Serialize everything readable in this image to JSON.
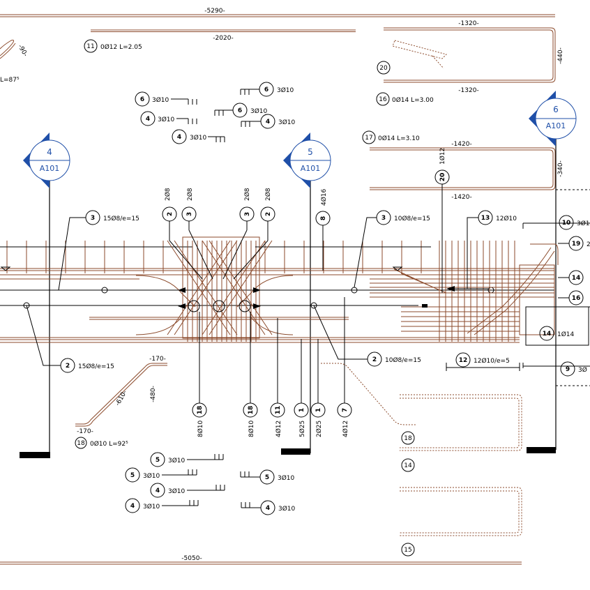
{
  "dimensions": {
    "top_total": "-5290-",
    "top_bar": "-2020-",
    "stirrup_top": "-1320-",
    "stirrup_bottom": "-1320-",
    "stirrup_side": "-440-",
    "long_top": "-1420-",
    "long_bottom": "-1420-",
    "long_side": "-340-",
    "bottom_total": "-5050-",
    "bent_top": "-170-",
    "bent_diag": "-610-",
    "bent_height": "-480-",
    "bent_bottom": "-170-"
  },
  "schedule": {
    "b11": {
      "num": "11",
      "text": "0Ø12 L=2.05"
    },
    "b16": {
      "num": "16",
      "text": "0Ø14 L=3.00"
    },
    "b17": {
      "num": "17",
      "text": "0Ø14 L=3.10"
    },
    "b18": {
      "num": "18",
      "text": "0Ø10 L=92⁵"
    },
    "b20": {
      "num": "20"
    },
    "left_clip": "L=87⁵"
  },
  "section_markers": [
    {
      "num": "4",
      "ref": "A101"
    },
    {
      "num": "5",
      "ref": "A101"
    },
    {
      "num": "6",
      "ref": "A101"
    }
  ],
  "stirrup_callouts": [
    {
      "num": "6",
      "text": "3Ø10"
    },
    {
      "num": "4",
      "text": "3Ø10"
    },
    {
      "num": "4",
      "text": "3Ø10"
    },
    {
      "num": "6",
      "text": "3Ø10"
    },
    {
      "num": "6",
      "text": "3Ø10"
    },
    {
      "num": "4",
      "text": "3Ø10"
    }
  ],
  "bottom_callouts": [
    {
      "num": "5",
      "text": "3Ø10"
    },
    {
      "num": "5",
      "text": "3Ø10"
    },
    {
      "num": "4",
      "text": "3Ø10"
    },
    {
      "num": "4",
      "text": "3Ø10"
    },
    {
      "num": "5",
      "text": "3Ø10"
    },
    {
      "num": "4",
      "text": "3Ø10"
    }
  ],
  "top_vertical": [
    {
      "num": "2",
      "text": "2Ø8"
    },
    {
      "num": "3",
      "text": "2Ø8"
    },
    {
      "num": "3",
      "text": "2Ø8"
    },
    {
      "num": "2",
      "text": "2Ø8"
    },
    {
      "num": "8",
      "text": "4Ø16"
    },
    {
      "num": "20",
      "text": "1Ø12"
    }
  ],
  "main_callouts": {
    "c3_left": {
      "num": "3",
      "text": "15Ø8/e=15"
    },
    "c3_right": {
      "num": "3",
      "text": "10Ø8/e=15"
    },
    "c13": {
      "num": "13",
      "text": "12Ø10"
    },
    "c10": {
      "num": "10",
      "text": "3Ø1"
    },
    "c19": {
      "num": "19",
      "text": "2"
    },
    "c14": {
      "num": "14",
      "text": ""
    },
    "c16": {
      "num": "16",
      "text": ""
    },
    "c14b": {
      "num": "14",
      "text": "1Ø14"
    },
    "c12": {
      "num": "12",
      "text": "12Ø10/e=5"
    },
    "c9": {
      "num": "9",
      "text": "3Ø"
    },
    "c2_left": {
      "num": "2",
      "text": "15Ø8/e=15"
    },
    "c2_right": {
      "num": "2",
      "text": "10Ø8/e=15"
    }
  },
  "bottom_vertical": [
    {
      "num": "18",
      "text": "8Ø10"
    },
    {
      "num": "18",
      "text": "8Ø10"
    },
    {
      "num": "11",
      "text": "4Ø12"
    },
    {
      "num": "1",
      "text": "5Ø25"
    },
    {
      "num": "1",
      "text": "2Ø25"
    },
    {
      "num": "7",
      "text": "4Ø12"
    }
  ],
  "shape_tags": {
    "t18": "18",
    "t14": "14",
    "t15": "15"
  }
}
